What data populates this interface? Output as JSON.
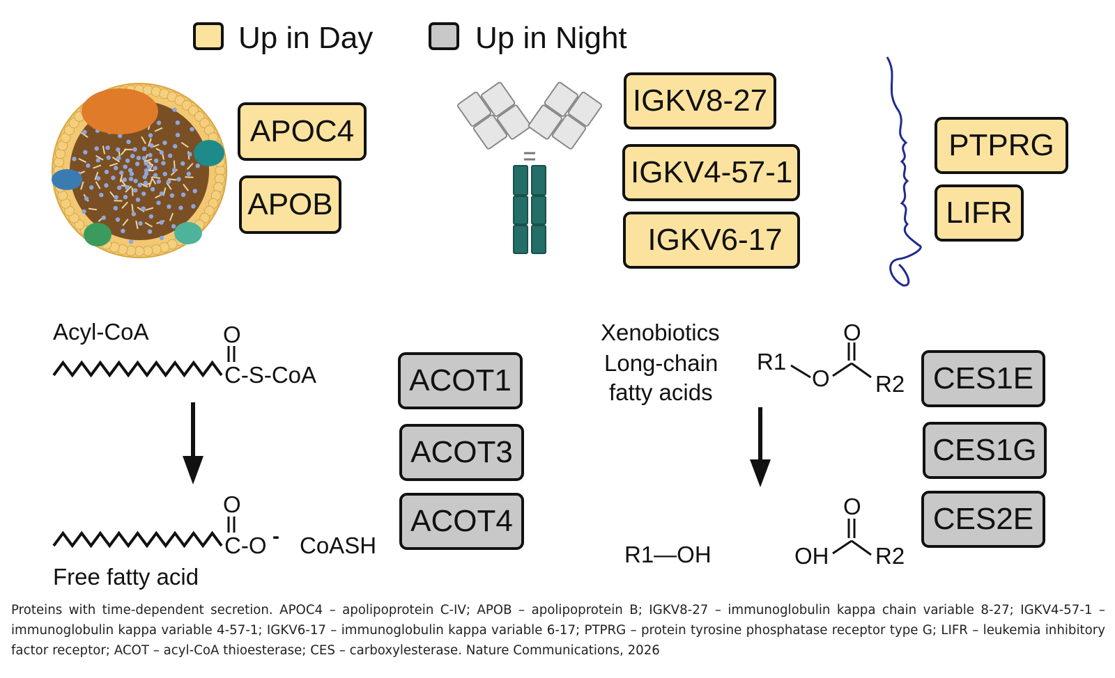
{
  "colors": {
    "day": "#fbe39f",
    "night": "#c8c8c8",
    "ink": "#111111"
  },
  "legend": {
    "day_label": "Up in Day",
    "night_label": "Up in Night"
  },
  "top": {
    "lipoprotein_tags": [
      "APOC4",
      "APOB"
    ],
    "antibody_tags": [
      "IGKV8-27",
      "IGKV4-57-1",
      "IGKV6-17"
    ],
    "receptor_tags": [
      "PTPRG",
      "LIFR"
    ]
  },
  "acyl": {
    "substrate_label": "Acyl-CoA",
    "carbonyl_o": "O",
    "thioester": "C-S-CoA",
    "product_label": "Free fatty acid",
    "carboxylate": "C-O",
    "charge": "-",
    "coash": "CoASH",
    "enzymes": [
      "ACOT1",
      "ACOT3",
      "ACOT4"
    ]
  },
  "ester": {
    "substrates": [
      "Xenobiotics",
      "Long-chain",
      "fatty acids"
    ],
    "r1": "R1",
    "o": "O",
    "r2": "R2",
    "alcohol": "R1—OH",
    "oh": "OH",
    "enzymes": [
      "CES1E",
      "CES1G",
      "CES2E"
    ]
  },
  "caption": "Proteins with time-dependent secretion. APOC4 – apolipoprotein C-IV; APOB – apolipoprotein B; IGKV8-27 – immunoglobulin kappa chain variable 8-27; IGKV4-57-1 – immunoglobulin kappa variable 4-57-1; IGKV6-17 – immunoglobulin kappa variable 6-17; PTPRG – protein tyrosine phosphatase receptor type G; LIFR – leukemia inhibitory factor receptor; ACOT – acyl-CoA thioesterase; CES – carboxylesterase. Nature Communications, 2026"
}
